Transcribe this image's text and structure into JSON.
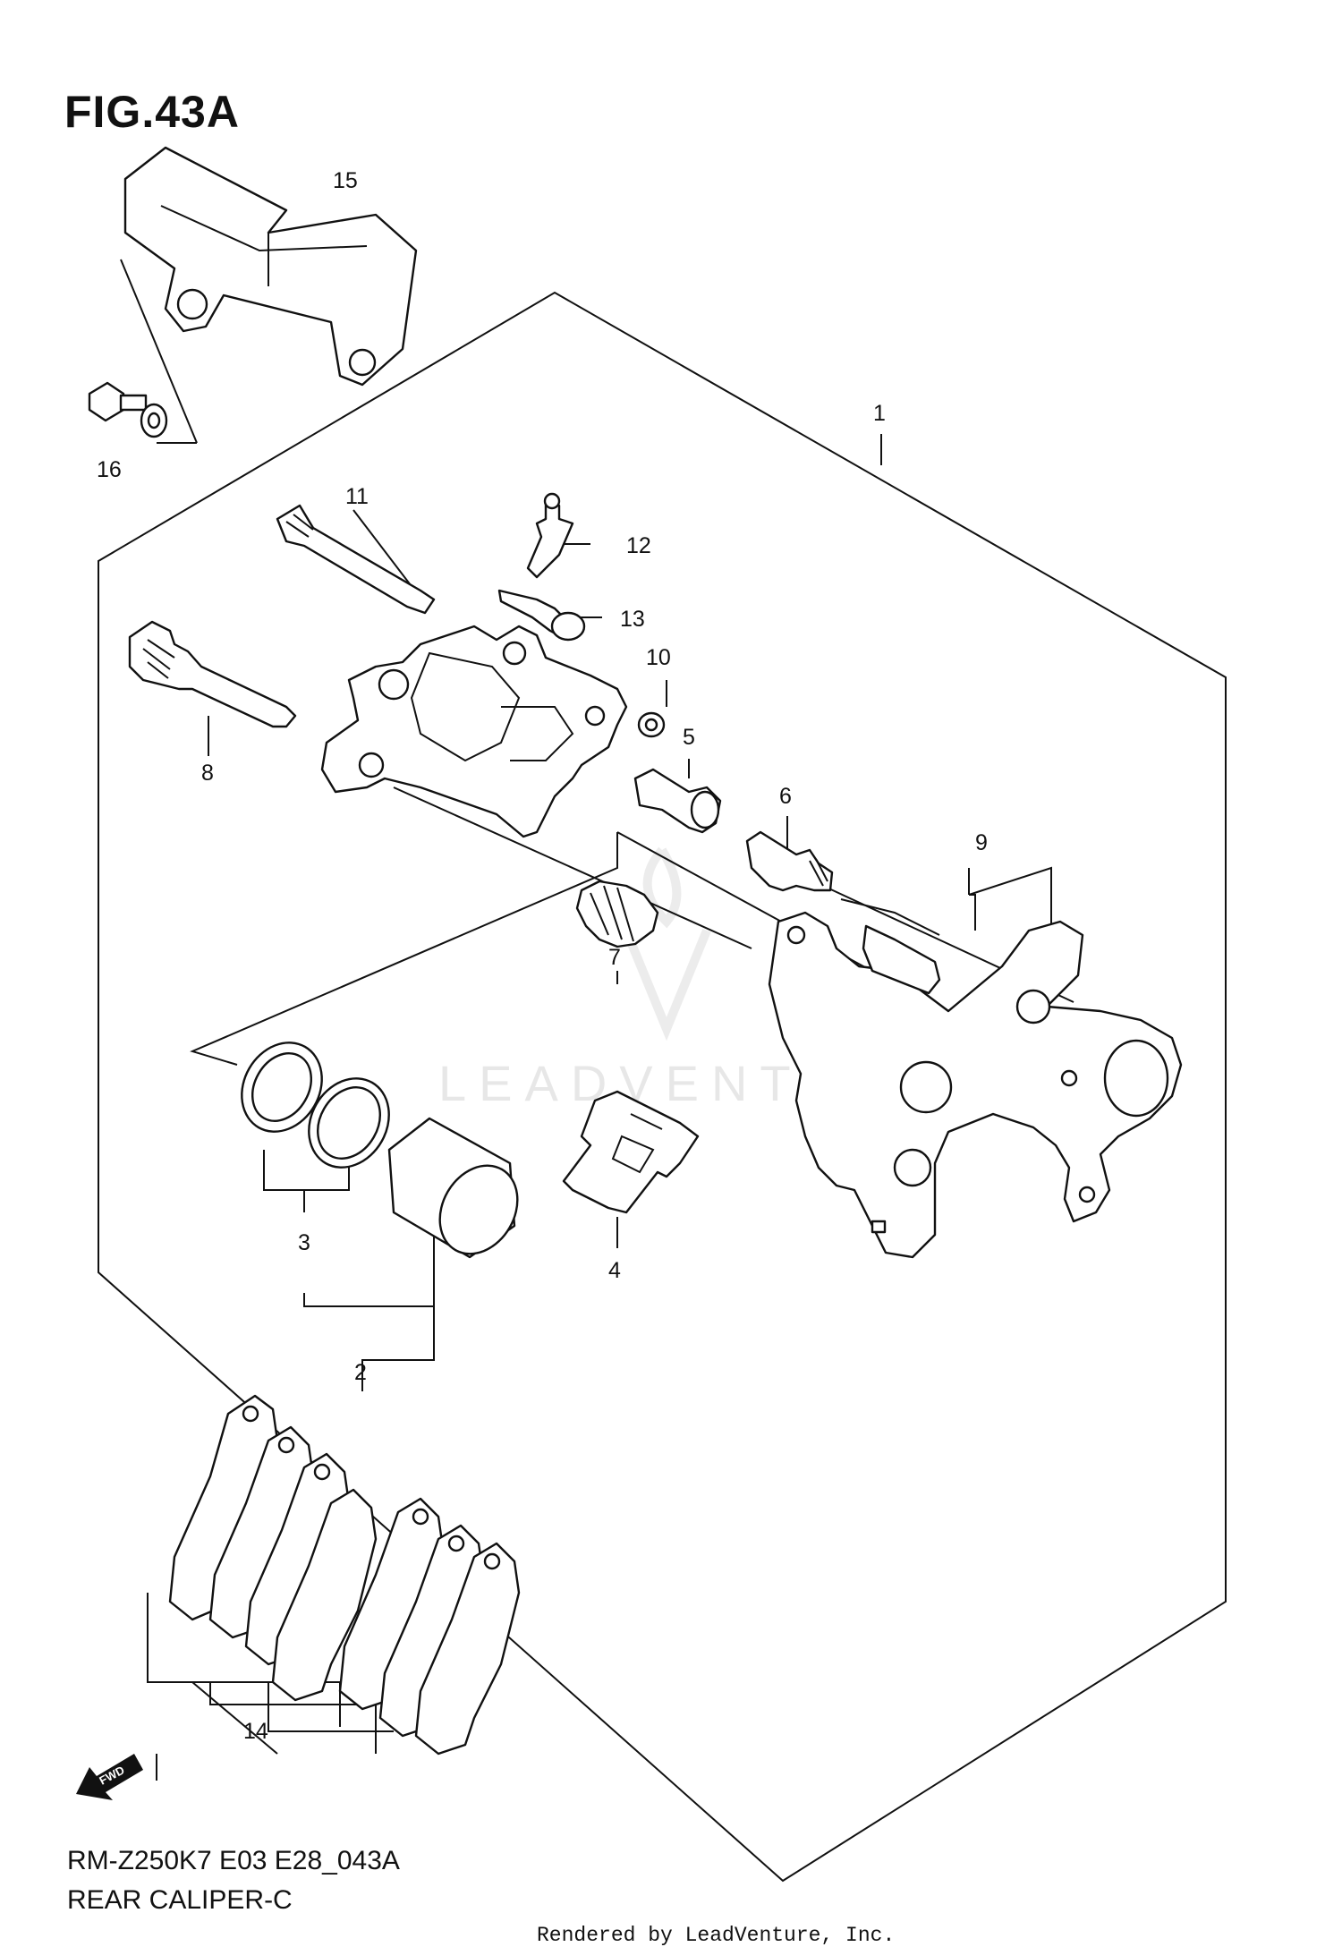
{
  "title": "FIG.43A",
  "watermark": "LEADVENTURE",
  "fwd_label": "FWD",
  "diagram_code": "RM-Z250K7 E03 E28_043A",
  "diagram_name": "REAR CALIPER-C",
  "footer": "Rendered by LeadVenture, Inc.",
  "callouts": [
    "1",
    "2",
    "3",
    "4",
    "5",
    "6",
    "7",
    "8",
    "9",
    "10",
    "11",
    "12",
    "13",
    "14",
    "15",
    "16"
  ]
}
